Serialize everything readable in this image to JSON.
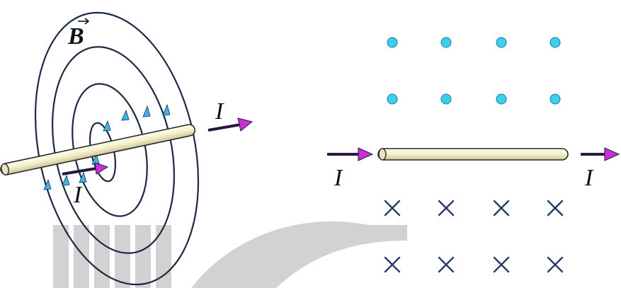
{
  "left_figure": {
    "field_label": "B",
    "current_label_right": "I",
    "current_label_inner": "I"
  },
  "right_figure": {
    "current_label_left": "I",
    "current_label_right": "I",
    "out_of_page_rows": 2,
    "out_of_page_cols": 4,
    "into_page_rows": 2,
    "into_page_cols": 4,
    "cross_symbol": "×"
  },
  "colors": {
    "field_line": "#1a2a44",
    "field_arrow": "#39b6ea",
    "wire_fill": "#f6f4d6",
    "current_arrow_body": "#2a1640",
    "current_arrow_head": "#c630d6",
    "dot_fill": "#3ad0ea",
    "cross_stroke": "#2a3a6a",
    "watermark": "#d2d2d2"
  }
}
